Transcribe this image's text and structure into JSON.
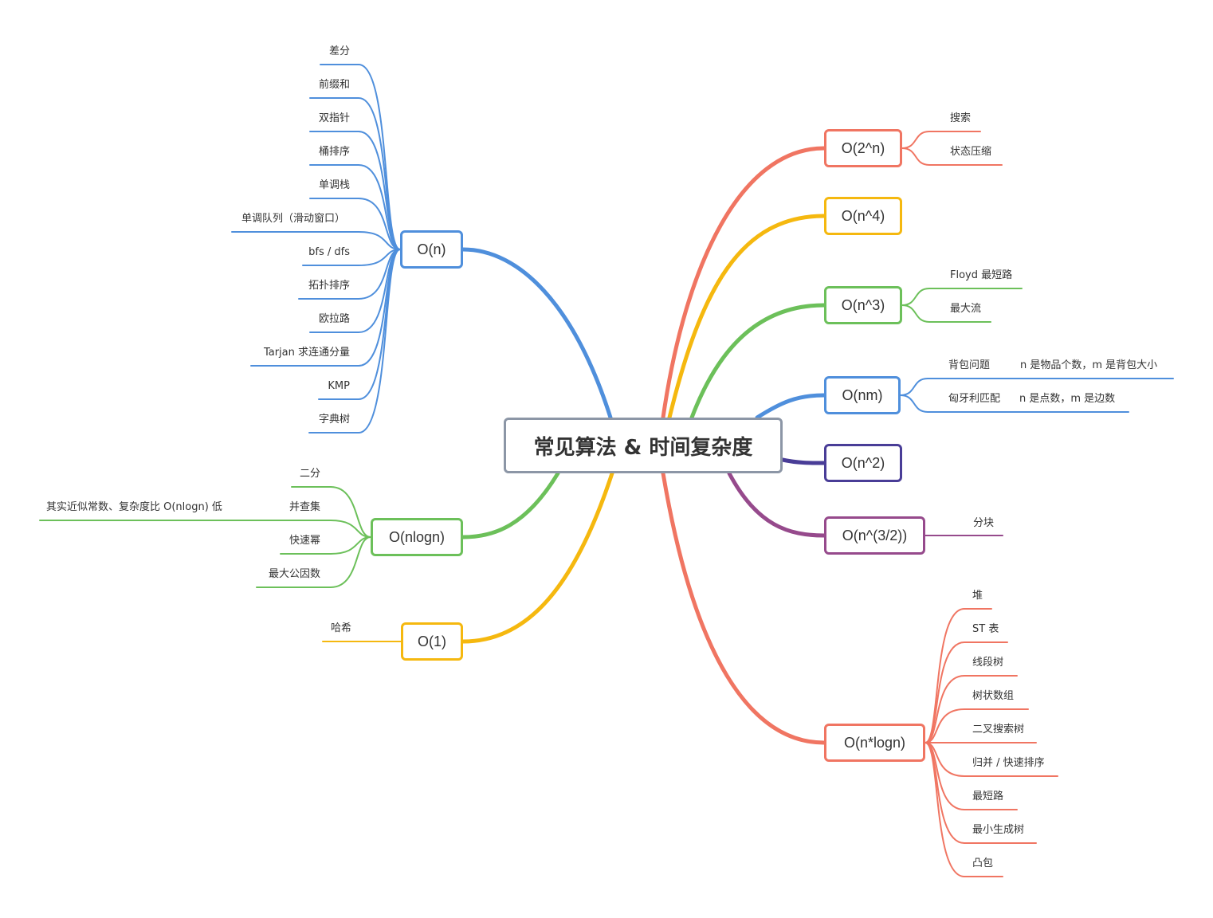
{
  "central": {
    "label": "常见算法 & 时间复杂度"
  },
  "branches": {
    "o2n": {
      "label": "O(2^n)",
      "color": "#f07562",
      "leaves": [
        "搜索",
        "状态压缩"
      ]
    },
    "on4": {
      "label": "O(n^4)",
      "color": "#f5b80f",
      "leaves": []
    },
    "on3": {
      "label": "O(n^3)",
      "color": "#6cc05a",
      "leaves": [
        "Floyd 最短路",
        "最大流"
      ]
    },
    "onm": {
      "label": "O(nm)",
      "color": "#4f8fdc",
      "leaves": [
        "背包问题",
        "匈牙利匹配"
      ],
      "notes": [
        "n 是物品个数，m 是背包大小",
        "n 是点数，m 是边数"
      ]
    },
    "on2": {
      "label": "O(n^2)",
      "color": "#493d97",
      "leaves": []
    },
    "on32": {
      "label": "O(n^(3/2))",
      "color": "#964a8c",
      "leaves": [
        "分块"
      ]
    },
    "onlogn_r": {
      "label": "O(n*logn)",
      "color": "#f07562",
      "leaves": [
        "堆",
        "ST 表",
        "线段树",
        "树状数组",
        "二叉搜索树",
        "归并 / 快速排序",
        "最短路",
        "最小生成树",
        "凸包"
      ]
    },
    "on": {
      "label": "O(n)",
      "color": "#4f8fdc",
      "leaves": [
        "差分",
        "前缀和",
        "双指针",
        "桶排序",
        "单调栈",
        "单调队列（滑动窗口）",
        "bfs / dfs",
        "拓扑排序",
        "欧拉路",
        "Tarjan 求连通分量",
        "KMP",
        "字典树"
      ]
    },
    "onlogn_l": {
      "label": "O(nlogn)",
      "color": "#6cc05a",
      "leaves": [
        "二分",
        "并查集",
        "快速幂",
        "最大公因数"
      ],
      "notes": [
        "其实近似常数、复杂度比 O(nlogn) 低"
      ]
    },
    "o1": {
      "label": "O(1)",
      "color": "#f5b80f",
      "leaves": [
        "哈希"
      ]
    }
  }
}
